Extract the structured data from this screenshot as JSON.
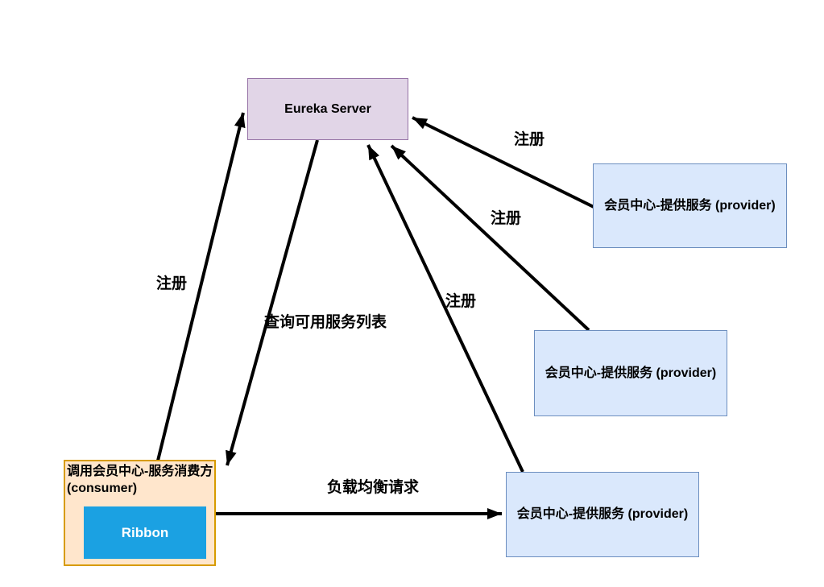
{
  "diagram": {
    "nodes": {
      "eureka": {
        "label": "Eureka Server"
      },
      "provider1": {
        "label": "会员中心-提供服务 (provider)"
      },
      "provider2": {
        "label": "会员中心-提供服务 (provider)"
      },
      "provider3": {
        "label": "会员中心-提供服务 (provider)"
      },
      "consumer": {
        "label": "调用会员中心-服务消费方 (consumer)"
      },
      "ribbon": {
        "label": "Ribbon"
      }
    },
    "edges": {
      "register1": {
        "from": "provider1",
        "to": "eureka",
        "label": "注册"
      },
      "register2": {
        "from": "provider2",
        "to": "eureka",
        "label": "注册"
      },
      "register3": {
        "from": "provider3",
        "to": "eureka",
        "label": "注册"
      },
      "register4": {
        "from": "consumer",
        "to": "eureka",
        "label": "注册"
      },
      "query": {
        "from": "eureka",
        "to": "consumer",
        "label": "查询可用服务列表"
      },
      "loadbalance": {
        "from": "consumer",
        "to": "provider3",
        "label": "负载均衡请求"
      }
    },
    "colors": {
      "eureka_fill": "#E1D5E7",
      "eureka_border": "#9673A6",
      "provider_fill": "#DAE8FC",
      "provider_border": "#6C8EBF",
      "consumer_fill": "#FFE6CC",
      "consumer_border": "#D79B00",
      "ribbon_fill": "#1BA1E2",
      "ribbon_text": "#FFFFFF",
      "arrow": "#000000",
      "background": "#FFFFFF"
    }
  }
}
